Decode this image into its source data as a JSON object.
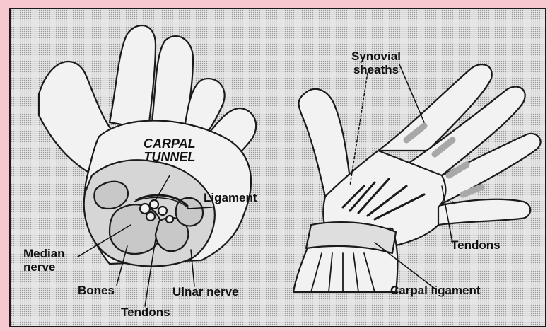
{
  "illustration": {
    "left_hand_labels": {
      "carpal_tunnel_line1": "CARPAL",
      "carpal_tunnel_line2": "TUNNEL",
      "ligament": "Ligament",
      "median_nerve_line1": "Median",
      "median_nerve_line2": "nerve",
      "bones": "Bones",
      "ulnar_nerve": "Ulnar nerve",
      "tendons": "Tendons"
    },
    "right_hand_labels": {
      "synovial_sheaths_line1": "Synovial",
      "synovial_sheaths_line2": "sheaths",
      "tendons": "Tendons",
      "carpal_ligament": "Carpal ligament"
    },
    "colors": {
      "page_background": "#f6c9d1",
      "panel_background": "#e6e6e6",
      "outline": "#1a1a1a",
      "hand_fill": "#f2f2f2",
      "tissue_fill": "#cfcfcf"
    }
  }
}
